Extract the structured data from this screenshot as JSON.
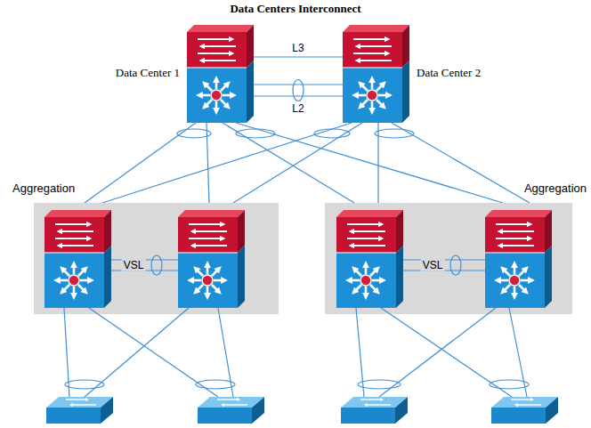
{
  "diagram": {
    "title": "Data Centers Interconnect",
    "nodes": [
      {
        "text": [
          "Data Center 1"
        ]
      },
      {
        "text": [
          "Data Center 2"
        ]
      },
      {
        "text": [
          "Aggregation"
        ]
      },
      {
        "text": [
          "Aggregation"
        ]
      }
    ],
    "edges": [
      {
        "from": 0,
        "to": 1,
        "label": "L3",
        "arrow": "none"
      },
      {
        "from": 0,
        "to": 1,
        "label": "L2",
        "arrow": "none"
      },
      {
        "from": 0,
        "to": 2,
        "arrow": "none"
      },
      {
        "from": 0,
        "to": 3,
        "arrow": "none"
      },
      {
        "from": 1,
        "to": 2,
        "arrow": "none"
      },
      {
        "from": 1,
        "to": 3,
        "arrow": "none"
      }
    ],
    "labels": [
      "VSL",
      "VSL"
    ]
  }
}
